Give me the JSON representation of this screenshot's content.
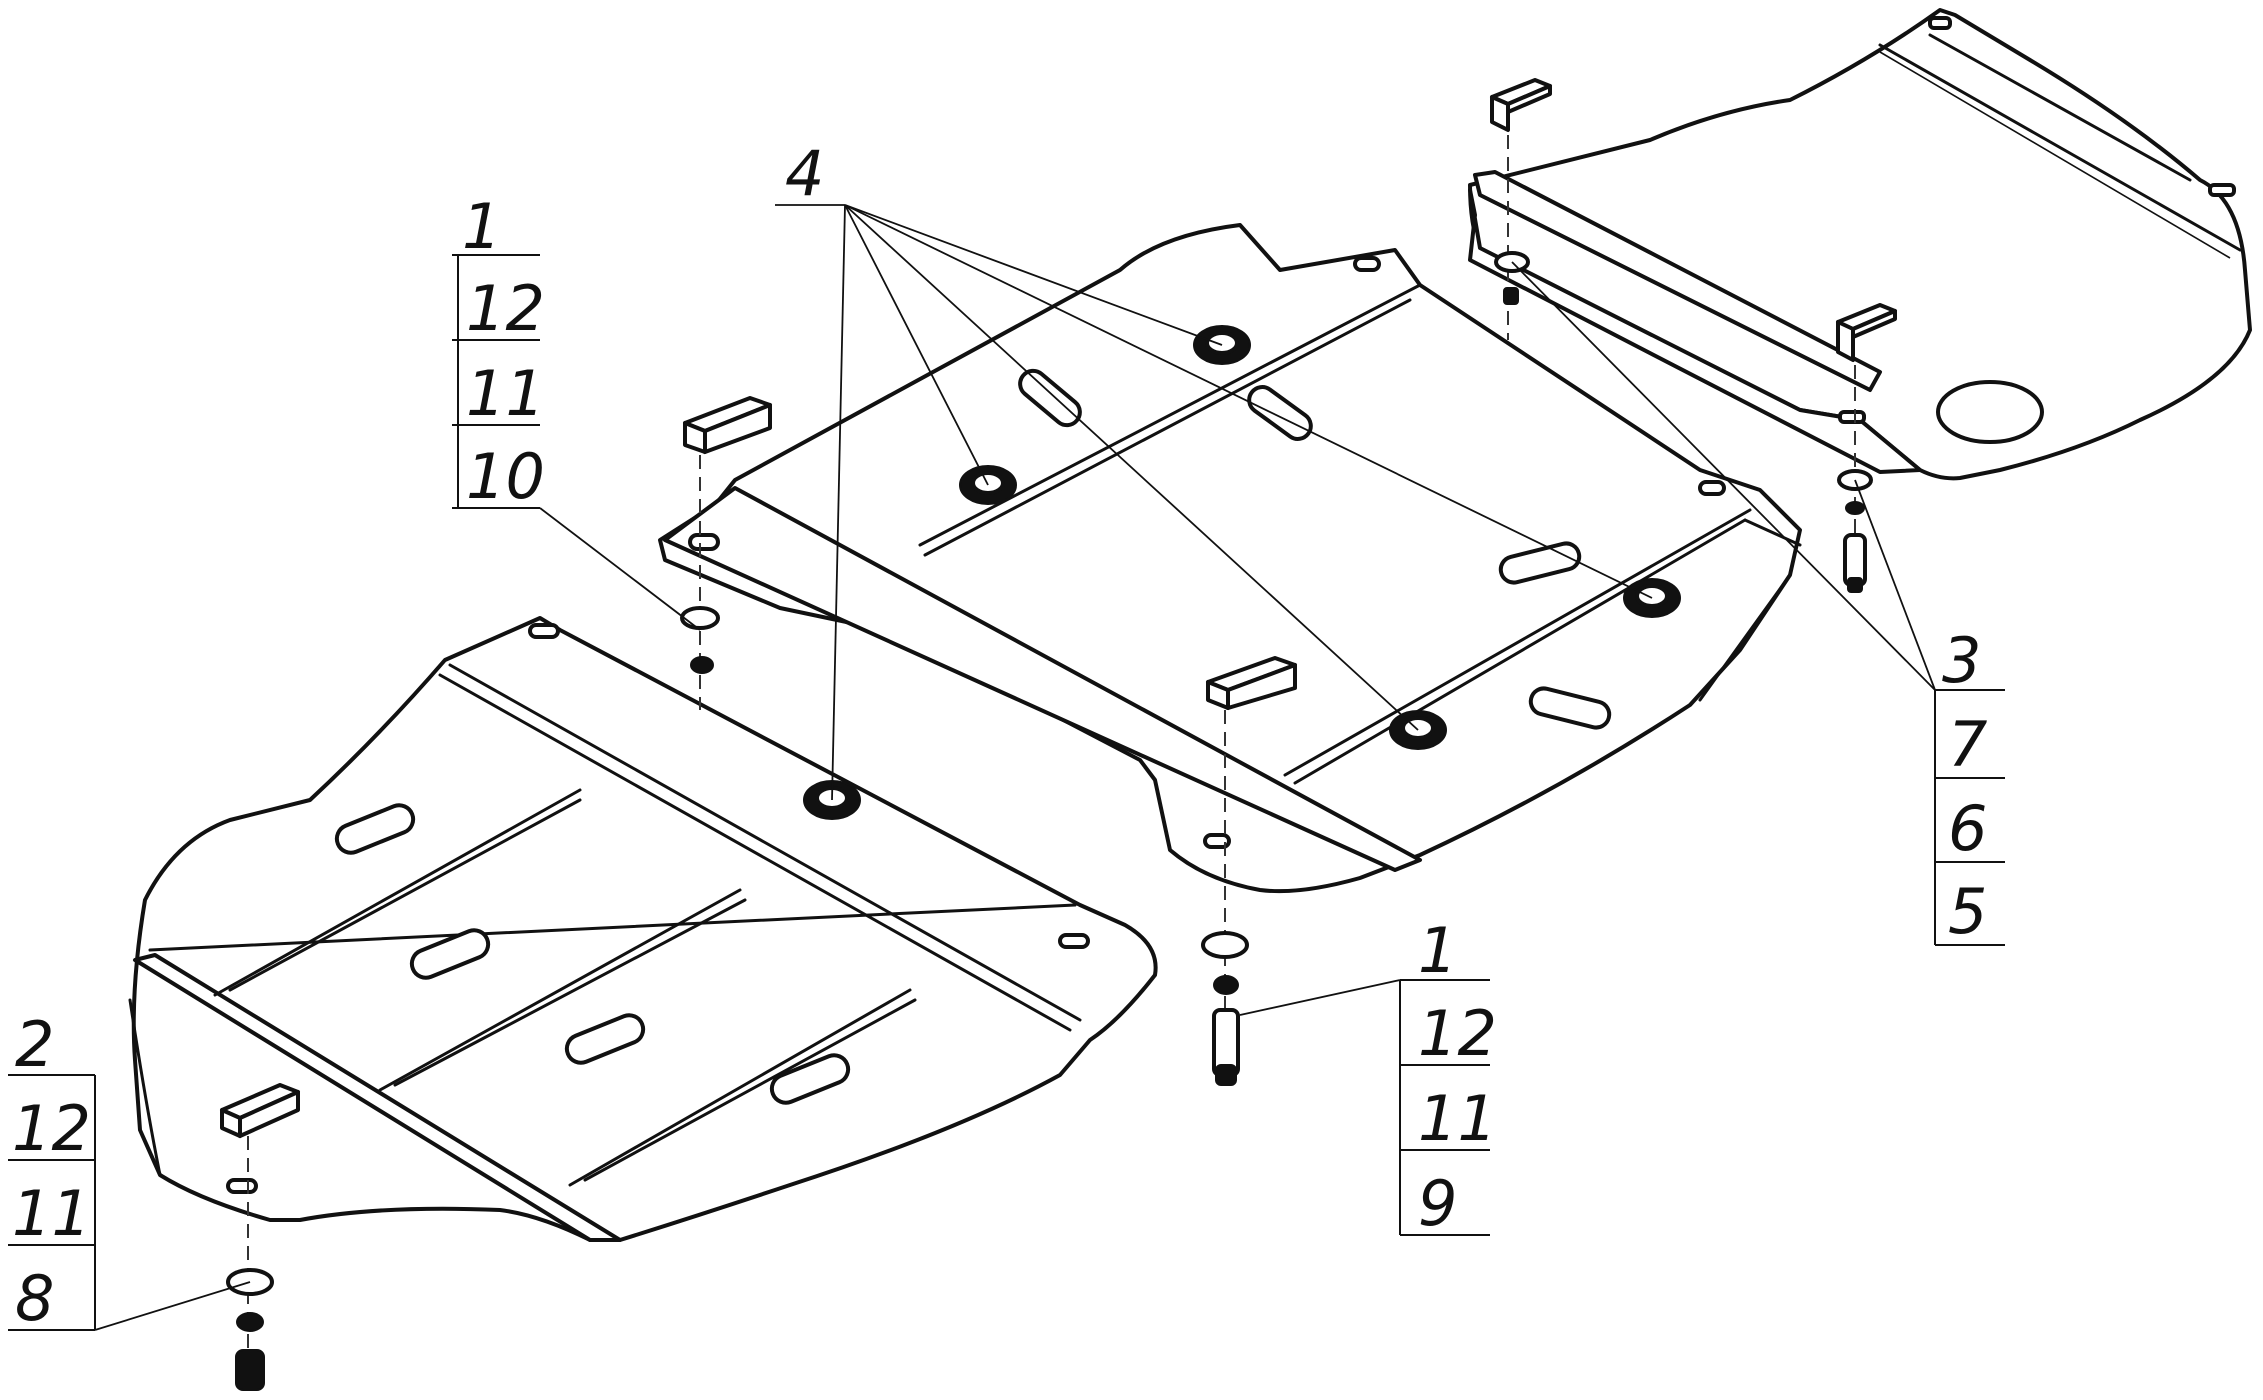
{
  "callouts": {
    "top_center": "4",
    "left_stack": [
      "1",
      "12",
      "11",
      "10"
    ],
    "right_stack": [
      "3",
      "7",
      "6",
      "5"
    ],
    "center_stack": [
      "1",
      "12",
      "11",
      "9"
    ],
    "bottom_left_stack": [
      "2",
      "12",
      "11",
      "8"
    ]
  }
}
